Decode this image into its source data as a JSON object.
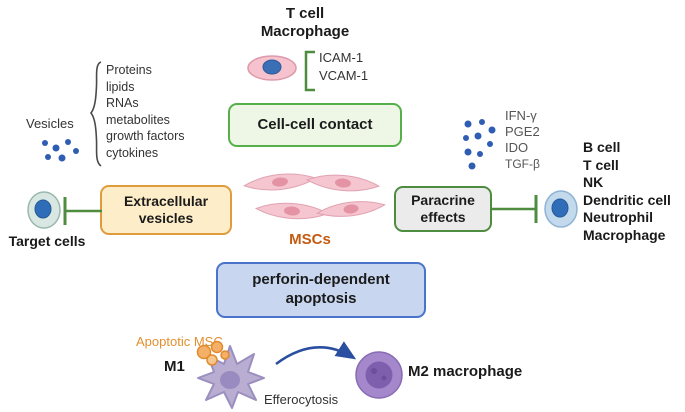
{
  "colors": {
    "green_accent": "#4e8c3f",
    "green_box_border": "#56b04a",
    "green_box_bg": "#eef7e6",
    "orange_box_border": "#e09c3c",
    "orange_box_bg": "#fdeec9",
    "grey_box_bg": "#ebebeb",
    "blue_box_border": "#4a74c9",
    "blue_box_bg": "#c8d6f0",
    "msc_label_orange": "#c55a11",
    "apoptotic_orange": "#e2902f",
    "vesicle_blue": "#2e5db3",
    "arrow_blue": "#2b4fa0"
  },
  "top": {
    "cell_types": [
      "T cell",
      "Macrophage"
    ],
    "adhesion_molecules": [
      "ICAM-1",
      "VCAM-1"
    ],
    "box_label": "Cell-cell contact"
  },
  "left": {
    "vesicles_label": "Vesicles",
    "vesicle_contents": [
      "Proteins",
      "lipids",
      "RNAs",
      "metabolites",
      "growth factors",
      "cytokines"
    ],
    "box_label": "Extracellular vesicles",
    "target_label": "Target cells"
  },
  "center": {
    "label": "MSCs"
  },
  "right": {
    "molecules": [
      "IFN-γ",
      "PGE2",
      "IDO",
      "TGF-β"
    ],
    "box_label": "Paracrine effects",
    "cell_types": [
      "B cell",
      "T cell",
      "NK",
      "Dendritic cell",
      "Neutrophil",
      "Macrophage"
    ]
  },
  "bottom": {
    "box_label": "perforin-dependent apoptosis",
    "apoptotic_label": "Apoptotic MSC",
    "m1_label": "M1",
    "m2_label": "M2 macrophage",
    "process_label": "Efferocytosis"
  }
}
